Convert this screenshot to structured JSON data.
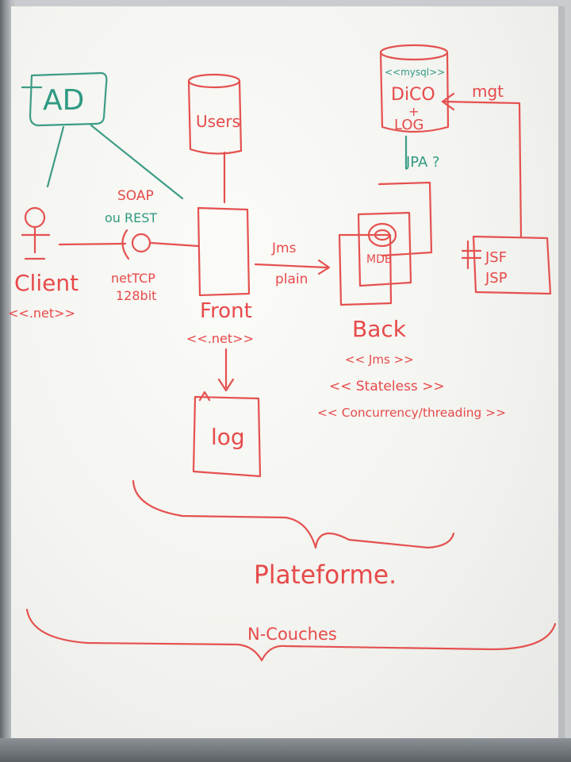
{
  "ad": {
    "label": "AD"
  },
  "users": {
    "label": "Users"
  },
  "mysql": {
    "stereotype": "<<mysql>>",
    "line1": "DiCO",
    "plus": "+",
    "line2": "LOG"
  },
  "jpa": {
    "label": "JPA ?"
  },
  "mgt": {
    "label": "mgt"
  },
  "soap": {
    "line1": "SOAP",
    "line2": "ou REST"
  },
  "client": {
    "label": "Client",
    "stereotype": "<<.net>>"
  },
  "nettcp": {
    "line1": "netTCP",
    "line2": "128bit"
  },
  "front": {
    "label": "Front",
    "stereotype": "<<.net>>"
  },
  "jms_link": {
    "line1": "Jms",
    "line2": "plain"
  },
  "mdb": {
    "label": "MDB"
  },
  "jsf": {
    "line1": "JSF",
    "line2": "JSP"
  },
  "back": {
    "label": "Back",
    "s1": "<< Jms >>",
    "s2": "<< Stateless >>",
    "s3": "<< Concurrency/threading >>"
  },
  "log": {
    "label": "log"
  },
  "platform": {
    "label": "Plateforme."
  },
  "ncouches": {
    "label": "N-Couches"
  }
}
